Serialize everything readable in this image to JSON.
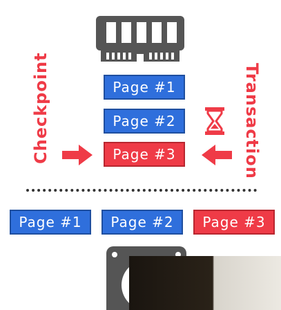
{
  "memory": {
    "pages": [
      "Page #1",
      "Page #2",
      "Page #3"
    ]
  },
  "labels": {
    "checkpoint": "Checkpoint",
    "transaction": "Transaction"
  },
  "disk": {
    "pages": [
      "Page #1",
      "Page #2",
      "Page #3"
    ]
  },
  "colors": {
    "clean_page": "#2f6fdc",
    "dirty_page": "#ef3b47",
    "accent": "#ef3b47",
    "icon": "#555555"
  },
  "icons": [
    "memory-icon",
    "hourglass-icon",
    "arrow-right-icon",
    "arrow-left-icon",
    "disk-icon"
  ]
}
